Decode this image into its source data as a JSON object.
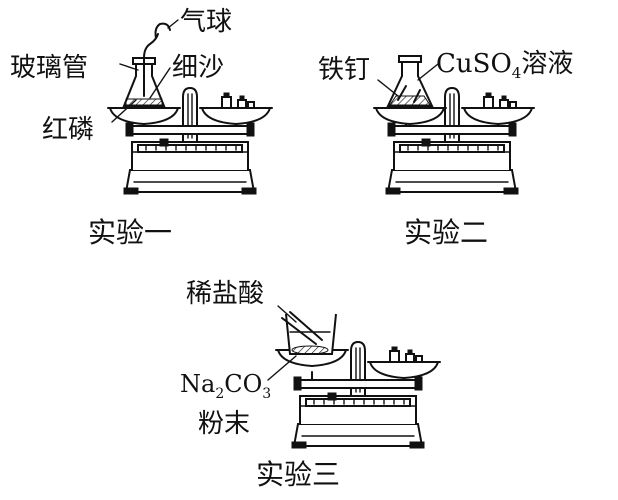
{
  "experiments": [
    {
      "caption": "实验一",
      "labels": {
        "balloon": "气球",
        "glass_tube": "玻璃管",
        "fine_sand": "细沙",
        "red_phosphorus": "红磷"
      }
    },
    {
      "caption": "实验二",
      "labels": {
        "iron_nail": "铁钉",
        "solution_formula": "CuSO",
        "solution_subscript": "4",
        "solution_suffix": "溶液"
      }
    },
    {
      "caption": "实验三",
      "labels": {
        "acid": "稀盐酸",
        "powder_formula_a": "Na",
        "powder_sub_a": "2",
        "powder_formula_b": "CO",
        "powder_sub_b": "3",
        "powder_suffix": "粉末"
      }
    }
  ],
  "colors": {
    "ink": "#111111",
    "background": "#ffffff"
  }
}
